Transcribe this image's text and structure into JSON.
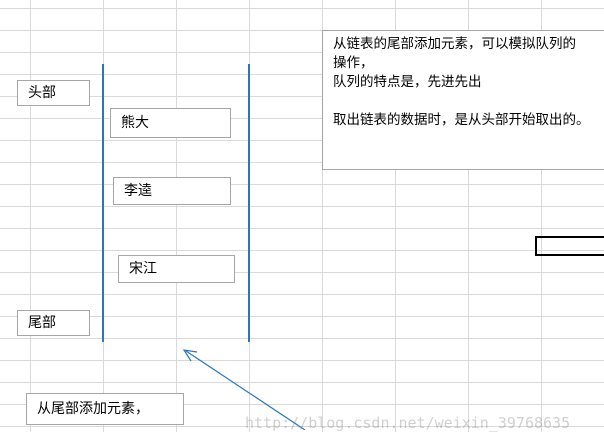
{
  "labels": {
    "head": "头部",
    "tail": "尾部",
    "add_from_tail": "从尾部添加元素，"
  },
  "queue_items": [
    "熊大",
    "李逵",
    "宋江"
  ],
  "note": {
    "line1": "从链表的尾部添加元素，可以模拟队列的",
    "line2": "操作，",
    "line3": "队列的特点是，先进先出",
    "line4": "取出链表的数据时，是从头部开始取出的。"
  },
  "watermark": "http://blog.csdn.net/weixin_39768635",
  "colors": {
    "line": "#2e75b6",
    "grid": "#d9d9d9",
    "border": "#a6a6a6"
  }
}
